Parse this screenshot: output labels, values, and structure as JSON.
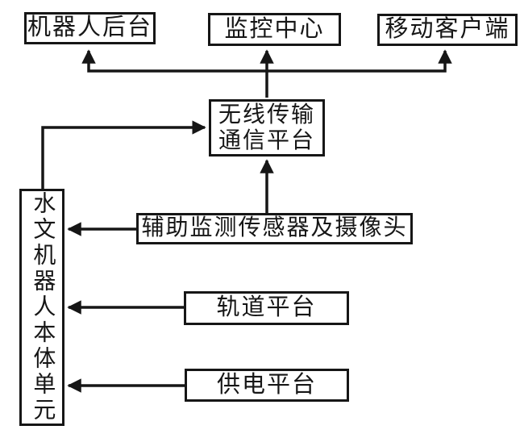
{
  "diagram": {
    "nodes": {
      "robot_backend": {
        "label": "机器人后台"
      },
      "monitor_center": {
        "label": "监控中心"
      },
      "mobile_client": {
        "label": "移动客户端"
      },
      "wireless_platform": {
        "line1": "无线传输",
        "line2": "通信平台"
      },
      "sensors_camera": {
        "label": "辅助监测传感器及摄像头"
      },
      "track_platform": {
        "label": "轨道平台"
      },
      "power_platform": {
        "label": "供电平台"
      },
      "robot_body": {
        "label": "水文机器人本体单元"
      }
    },
    "edges": [
      {
        "from": "wireless_platform",
        "to": "robot_backend"
      },
      {
        "from": "wireless_platform",
        "to": "monitor_center"
      },
      {
        "from": "wireless_platform",
        "to": "mobile_client"
      },
      {
        "from": "sensors_camera",
        "to": "wireless_platform"
      },
      {
        "from": "robot_body",
        "to": "wireless_platform"
      },
      {
        "from": "sensors_camera",
        "to": "robot_body"
      },
      {
        "from": "track_platform",
        "to": "robot_body"
      },
      {
        "from": "power_platform",
        "to": "robot_body"
      }
    ],
    "colors": {
      "line": "#161616",
      "box_border": "#161616",
      "text": "#161616",
      "background": "#ffffff"
    }
  }
}
